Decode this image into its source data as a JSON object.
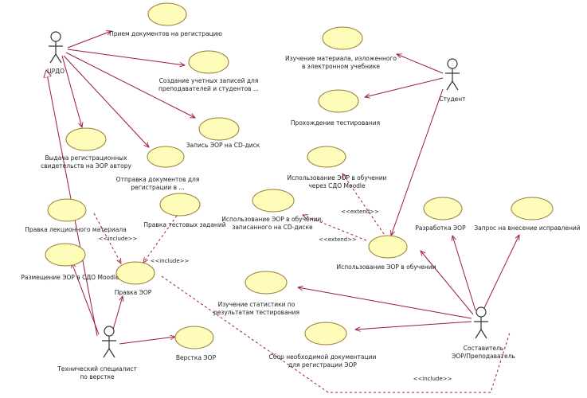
{
  "actors": {
    "cdo": "ЦРДО",
    "student": "Студент",
    "author_lines": [
      "Составитель",
      "ЭОР/Преподаватель"
    ],
    "tech_lines": [
      "Технический специалист",
      "по верстке"
    ]
  },
  "usecases": {
    "priem": [
      "Прием документов на регистрацию"
    ],
    "sozdanie": [
      "Создание учетных записей для",
      "преподавателей и студентов ..."
    ],
    "zapis": [
      "Запись ЭОР на CD-диск"
    ],
    "vydacha": [
      "Выдача регистрационных",
      "свидетельств  на ЭОР автору"
    ],
    "otpravka": [
      "Отправка документов для",
      "регистрации в ..."
    ],
    "izuchenie": [
      "Изучение материала, изложенного",
      "в электронном учебнике"
    ],
    "prohozhdenie": [
      "Прохождение тестирования"
    ],
    "ispolz_moodle": [
      "Использование ЭОР в обучении",
      "через СДО Moodle"
    ],
    "ispolz_cd": [
      "Использование ЭОР в обучении,",
      "записанного на CD-диске"
    ],
    "ispolz": [
      "Использование ЭОР в обучении"
    ],
    "razrabotka": [
      "Разработка ЭОР"
    ],
    "zapros": [
      "Запрос на внесение исправлений"
    ],
    "pravka_lek": [
      "Правка лекционного материала"
    ],
    "pravka_test": [
      "Правка тестовых заданий"
    ],
    "razmeshenie": [
      "Размещение ЭОР в СДО Moodle"
    ],
    "pravka": [
      "Правка ЭОР"
    ],
    "statistika": [
      "Изучение статистики по",
      "результатам тестирования"
    ],
    "sbor": [
      "Сбор необходимой документации",
      "для регистрации ЭОР"
    ],
    "verstka": [
      "Верстка ЭОР"
    ]
  },
  "stereotypes": {
    "include1": "<<include>>",
    "include2": "<<include>>",
    "include3": "<<include>>",
    "extend1": "<<extend>>",
    "extend2": "<<extend>>"
  }
}
